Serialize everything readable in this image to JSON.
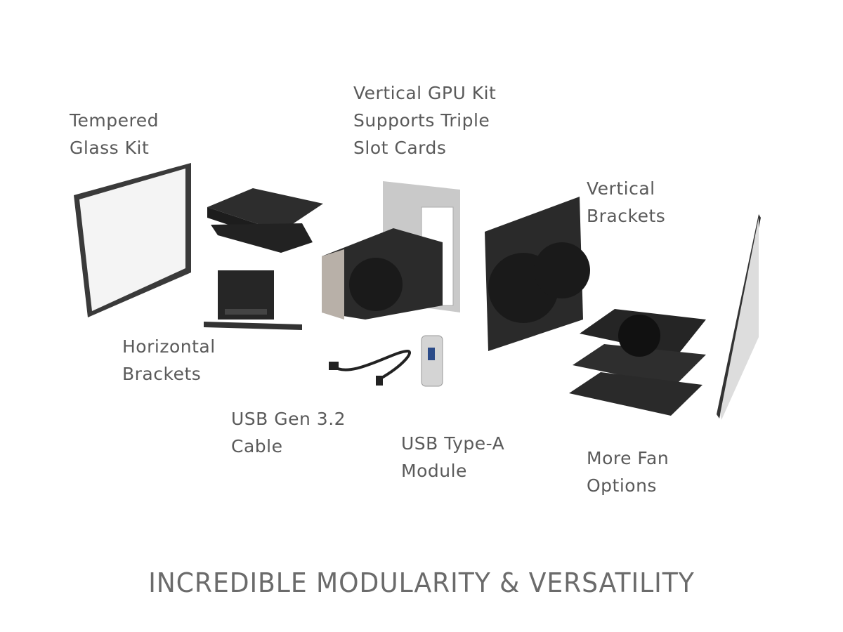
{
  "labels": {
    "tempered_glass": "Tempered\nGlass Kit",
    "vertical_gpu": "Vertical GPU Kit\nSupports Triple\nSlot Cards",
    "vertical_brackets": "Vertical\nBrackets",
    "horizontal_brackets": "Horizontal\nBrackets",
    "usb_cable": "USB Gen 3.2\nCable",
    "usb_module": "USB Type-A\nModule",
    "more_fans": "More Fan\nOptions"
  },
  "headline": "INCREDIBLE MODULARITY & VERSATILITY"
}
